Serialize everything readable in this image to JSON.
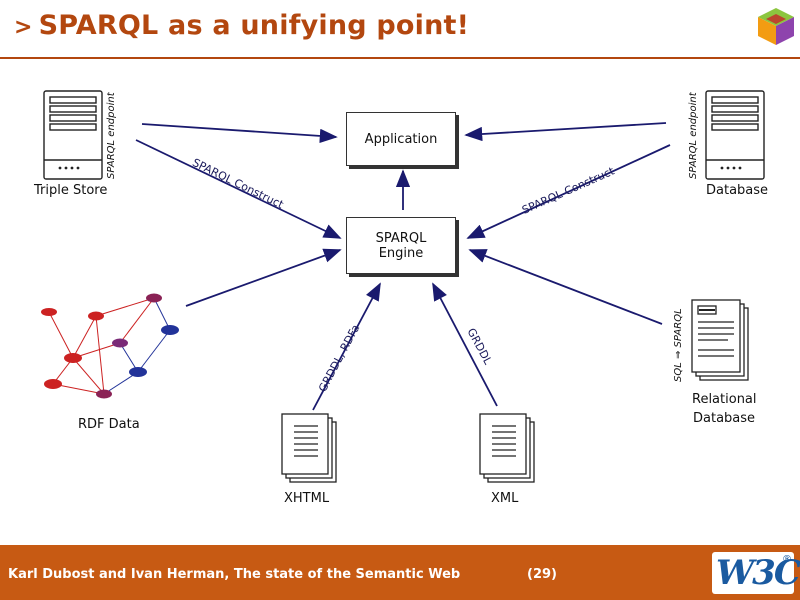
{
  "slide": {
    "title": "SPARQL as a unifying point!",
    "title_prefix": ">"
  },
  "footer": {
    "text": "Karl Dubost and Ivan Herman, The state of the Semantic Web",
    "page": "(29)",
    "logo": "W3C",
    "logo_mark": "®"
  },
  "diagram": {
    "nodes": {
      "application": "Application",
      "sparql_engine_line1": "SPARQL",
      "sparql_engine_line2": "Engine",
      "triple_store": "Triple Store",
      "triple_store_tag": "SPARQL endpoint",
      "database": "Database",
      "database_tag": "SPARQL endpoint",
      "rdf_data": "RDF Data",
      "relational_database_line1": "Relational",
      "relational_database_line2": "Database",
      "relational_tag": "SQL ⇒ SPARQL",
      "xhtml": "XHTML",
      "xml": "XML"
    },
    "edges": {
      "triple_store_construct": "SPARQL Construct",
      "database_construct": "SPARQL Construct",
      "xhtml_grddl": "GRDDL, RDFa",
      "xml_grddl": "GRDDL"
    }
  },
  "colors": {
    "title": "#b3470f",
    "footer_bg": "#c75a13",
    "arrow": "#1a1a6e",
    "rdf_red": "#cc2222",
    "rdf_blue": "#223399"
  }
}
